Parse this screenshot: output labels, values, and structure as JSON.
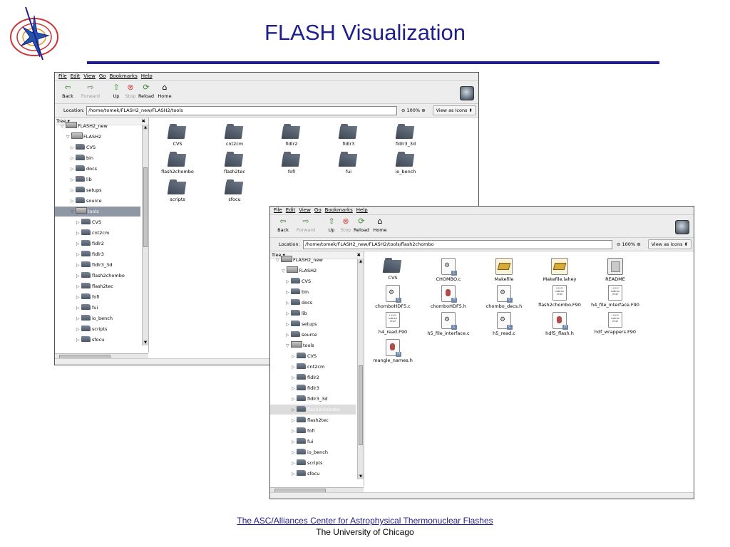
{
  "slide": {
    "title": "FLASH Visualization",
    "footer_link": "The ASC/Alliances Center for Astrophysical Thermonuclear Flashes",
    "footer_sub": "The University of Chicago"
  },
  "colors": {
    "title": "#1f1f8c",
    "rule": "#1f1f8c",
    "selected_row": "#8f96a4"
  },
  "menus": [
    "File",
    "Edit",
    "View",
    "Go",
    "Bookmarks",
    "Help"
  ],
  "toolbar": {
    "back": "Back",
    "forward": "Forward",
    "up": "Up",
    "stop": "Stop",
    "reload": "Reload",
    "home": "Home"
  },
  "location_label": "Location:",
  "zoom": "100%",
  "view_as": "View as Icons",
  "tree_label": "Tree",
  "window1": {
    "location": "/home/tomek/FLASH2_new/FLASH2/tools",
    "tree": [
      {
        "label": "FLASH2_new",
        "kind": "drive",
        "arrow": "▽"
      },
      {
        "label": "FLASH2",
        "kind": "drive",
        "arrow": "▽"
      },
      {
        "label": "CVS",
        "kind": "folder",
        "arrow": "▷"
      },
      {
        "label": "bin",
        "kind": "folder",
        "arrow": "▷"
      },
      {
        "label": "docs",
        "kind": "folder",
        "arrow": "▷"
      },
      {
        "label": "lib",
        "kind": "folder",
        "arrow": "▷"
      },
      {
        "label": "setups",
        "kind": "folder",
        "arrow": "▷"
      },
      {
        "label": "source",
        "kind": "folder",
        "arrow": "▷"
      },
      {
        "label": "tools",
        "kind": "drive",
        "arrow": "▽"
      },
      {
        "label": "CVS",
        "kind": "folder",
        "arrow": "▷"
      },
      {
        "label": "cnt2cm",
        "kind": "folder",
        "arrow": "▷"
      },
      {
        "label": "fidlr2",
        "kind": "folder",
        "arrow": "▷"
      },
      {
        "label": "fidlr3",
        "kind": "folder",
        "arrow": "▷"
      },
      {
        "label": "fidlr3_3d",
        "kind": "folder",
        "arrow": "▷"
      },
      {
        "label": "flash2chombo",
        "kind": "folder",
        "arrow": "▷"
      },
      {
        "label": "flash2tec",
        "kind": "folder",
        "arrow": "▷"
      },
      {
        "label": "fofi",
        "kind": "folder",
        "arrow": "▷"
      },
      {
        "label": "fui",
        "kind": "folder",
        "arrow": "▷"
      },
      {
        "label": "io_bench",
        "kind": "folder",
        "arrow": "▷"
      },
      {
        "label": "scripts",
        "kind": "folder",
        "arrow": "▷"
      },
      {
        "label": "sfocu",
        "kind": "folder",
        "arrow": "▷"
      }
    ],
    "items": [
      "CVS",
      "cnt2cm",
      "fidlr2",
      "fidlr3",
      "fidlr3_3d",
      "flash2chombo",
      "flash2tec",
      "fofi",
      "fui",
      "io_bench",
      "scripts",
      "sfocu"
    ]
  },
  "window2": {
    "location": "/home/tomek/FLASH2_new/FLASH2/tools/flash2chombo",
    "tree": [
      {
        "label": "FLASH2_new",
        "kind": "drive",
        "arrow": "▽"
      },
      {
        "label": "FLASH2",
        "kind": "drive",
        "arrow": "▽"
      },
      {
        "label": "CVS",
        "kind": "folder",
        "arrow": "▷"
      },
      {
        "label": "bin",
        "kind": "folder",
        "arrow": "▷"
      },
      {
        "label": "docs",
        "kind": "folder",
        "arrow": "▷"
      },
      {
        "label": "lib",
        "kind": "folder",
        "arrow": "▷"
      },
      {
        "label": "setups",
        "kind": "folder",
        "arrow": "▷"
      },
      {
        "label": "source",
        "kind": "folder",
        "arrow": "▷"
      },
      {
        "label": "tools",
        "kind": "drive",
        "arrow": "▽"
      },
      {
        "label": "CVS",
        "kind": "folder",
        "arrow": "▷"
      },
      {
        "label": "cnt2cm",
        "kind": "folder",
        "arrow": "▷"
      },
      {
        "label": "fidlr2",
        "kind": "folder",
        "arrow": "▷"
      },
      {
        "label": "fidlr3",
        "kind": "folder",
        "arrow": "▷"
      },
      {
        "label": "fidlr3_3d",
        "kind": "folder",
        "arrow": "▷"
      },
      {
        "label": "flash2chombo",
        "kind": "folder",
        "arrow": "▷"
      },
      {
        "label": "flash2tec",
        "kind": "folder",
        "arrow": "▷"
      },
      {
        "label": "fofi",
        "kind": "folder",
        "arrow": "▷"
      },
      {
        "label": "fui",
        "kind": "folder",
        "arrow": "▷"
      },
      {
        "label": "io_bench",
        "kind": "folder",
        "arrow": "▷"
      },
      {
        "label": "scripts",
        "kind": "folder",
        "arrow": "▷"
      },
      {
        "label": "sfocu",
        "kind": "folder",
        "arrow": "▷"
      }
    ],
    "items": [
      {
        "label": "CVS",
        "icon": "folder"
      },
      {
        "label": "CHOMBO.c",
        "icon": "c-source"
      },
      {
        "label": "Makefile",
        "icon": "makefile"
      },
      {
        "label": "Makefile.lahey",
        "icon": "makefile"
      },
      {
        "label": "README",
        "icon": "readme"
      },
      {
        "label": "chomboHDF5.c",
        "icon": "c-source"
      },
      {
        "label": "chomboHDF5.h",
        "icon": "header"
      },
      {
        "label": "chombo_decs.h",
        "icon": "c-source"
      },
      {
        "label": "flash2chombo.F90",
        "icon": "fortran"
      },
      {
        "label": "h4_file_interface.F90",
        "icon": "fortran"
      },
      {
        "label": "h4_read.F90",
        "icon": "fortran"
      },
      {
        "label": "h5_file_interface.c",
        "icon": "c-source"
      },
      {
        "label": "h5_read.c",
        "icon": "c-source"
      },
      {
        "label": "hdf5_flash.h",
        "icon": "header"
      },
      {
        "label": "hdf_wrappers.F90",
        "icon": "fortran"
      },
      {
        "label": "mangle_names.h",
        "icon": "header"
      }
    ]
  }
}
